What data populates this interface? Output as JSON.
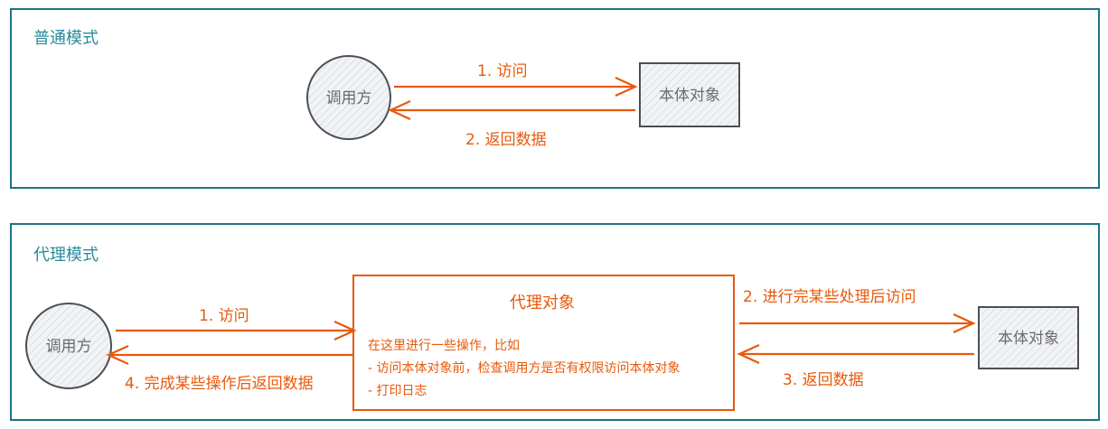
{
  "colors": {
    "frame": "#1d7384",
    "accent": "#e8590c",
    "node_stroke": "#495057"
  },
  "normal_mode": {
    "title": "普通模式",
    "caller": "调用方",
    "target": "本体对象",
    "arrow_access": "1. 访问",
    "arrow_return": "2. 返回数据"
  },
  "proxy_mode": {
    "title": "代理模式",
    "caller": "调用方",
    "proxy": {
      "title": "代理对象",
      "lines": [
        "在这里进行一些操作，比如",
        "- 访问本体对象前，检查调用方是否有权限访问本体对象",
        "- 打印日志"
      ]
    },
    "target": "本体对象",
    "arrow_access": "1. 访问",
    "arrow_forward": "2. 进行完某些处理后访问",
    "arrow_data": "3. 返回数据",
    "arrow_return": "4. 完成某些操作后返回数据"
  }
}
